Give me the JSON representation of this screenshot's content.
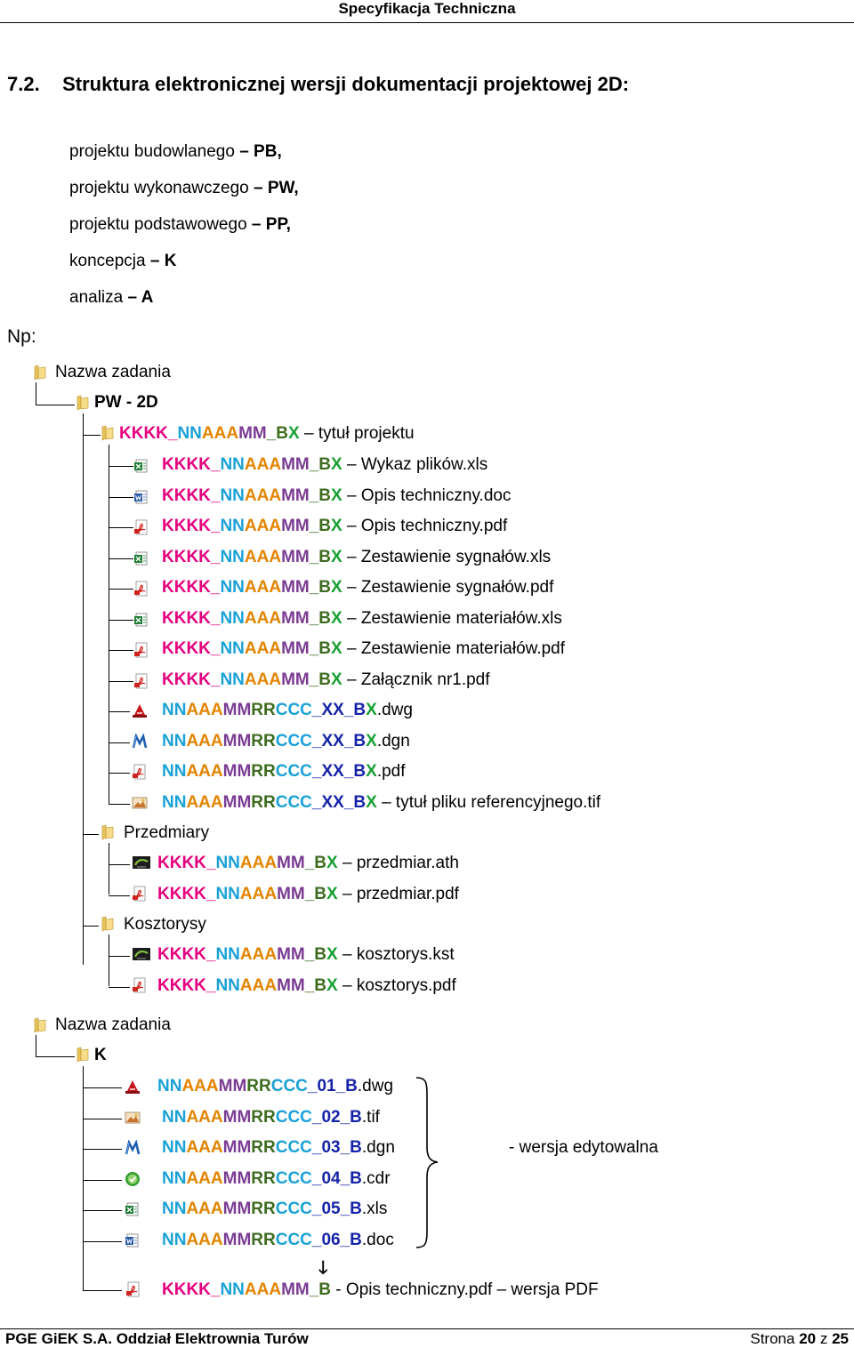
{
  "header": {
    "title": "Specyfikacja Techniczna"
  },
  "section": {
    "number": "7.2.",
    "title": "Struktura elektronicznej wersji dokumentacji projektowej 2D:"
  },
  "types": [
    {
      "label": "projektu budowlanego",
      "dash": "–",
      "code": "PB,"
    },
    {
      "label": "projektu wykonawczego",
      "dash": "–",
      "code": "PW,"
    },
    {
      "label": "projektu podstawowego",
      "dash": "–",
      "code": "PP,"
    },
    {
      "label": "koncepcja",
      "dash": "–",
      "code": "K"
    },
    {
      "label": "analiza",
      "dash": "–",
      "code": "A"
    }
  ],
  "np_label": "Np:",
  "tree1": {
    "root": "Nazwa zadania",
    "phase": "PW - 2D",
    "project_suffix": "tytuł projektu",
    "files": [
      {
        "icon": "excel-icon",
        "suffix": "Wykaz plików.xls"
      },
      {
        "icon": "word-icon",
        "suffix": "Opis techniczny.doc"
      },
      {
        "icon": "pdf-icon",
        "suffix": "Opis techniczny.pdf"
      },
      {
        "icon": "excel-icon",
        "suffix": "Zestawienie sygnałów.xls"
      },
      {
        "icon": "pdf-icon",
        "suffix": "Zestawienie sygnałów.pdf"
      },
      {
        "icon": "excel-icon",
        "suffix": "Zestawienie materiałów.xls"
      },
      {
        "icon": "pdf-icon",
        "suffix": "Zestawienie materiałów.pdf"
      },
      {
        "icon": "pdf-icon",
        "suffix": "Załącznik nr1.pdf"
      }
    ],
    "drawings": [
      {
        "icon": "autocad-icon",
        "ext": ".dwg",
        "extra": ""
      },
      {
        "icon": "microstation-icon",
        "ext": ".dgn",
        "extra": ""
      },
      {
        "icon": "pdf-icon",
        "ext": ".pdf",
        "extra": ""
      },
      {
        "icon": "image-icon",
        "ext": "",
        "extra": "tytuł pliku referencyjnego.tif"
      }
    ],
    "przedmiary": {
      "label": "Przedmiary",
      "files": [
        "przedmiar.ath",
        "przedmiar.pdf"
      ]
    },
    "kosztorysy": {
      "label": "Kosztorysy",
      "files": [
        "kosztorys.kst",
        "kosztorys.pdf"
      ]
    }
  },
  "tree2": {
    "root": "Nazwa zadania",
    "phase": "K",
    "files": [
      {
        "num": "01",
        "ext": ".dwg",
        "icon": "autocad-icon"
      },
      {
        "num": "02",
        "ext": ".tif",
        "icon": "image-icon"
      },
      {
        "num": "03",
        "ext": ".dgn",
        "icon": "microstation-icon"
      },
      {
        "num": "04",
        "ext": ".cdr",
        "icon": "corel-icon"
      },
      {
        "num": "05",
        "ext": ".xls",
        "icon": "excel-icon"
      },
      {
        "num": "06",
        "ext": ".doc",
        "icon": "word-icon"
      }
    ],
    "editable_note": "- wersja edytowalna",
    "pdf_line": {
      "rest": "- Opis techniczny.pdf – wersja PDF"
    }
  },
  "dash": "–",
  "footer": {
    "left": "PGE GiEK S.A. Oddział Elektrownia Turów",
    "page_word": "Strona",
    "page": "20",
    "of_word": "z",
    "total": "25"
  }
}
